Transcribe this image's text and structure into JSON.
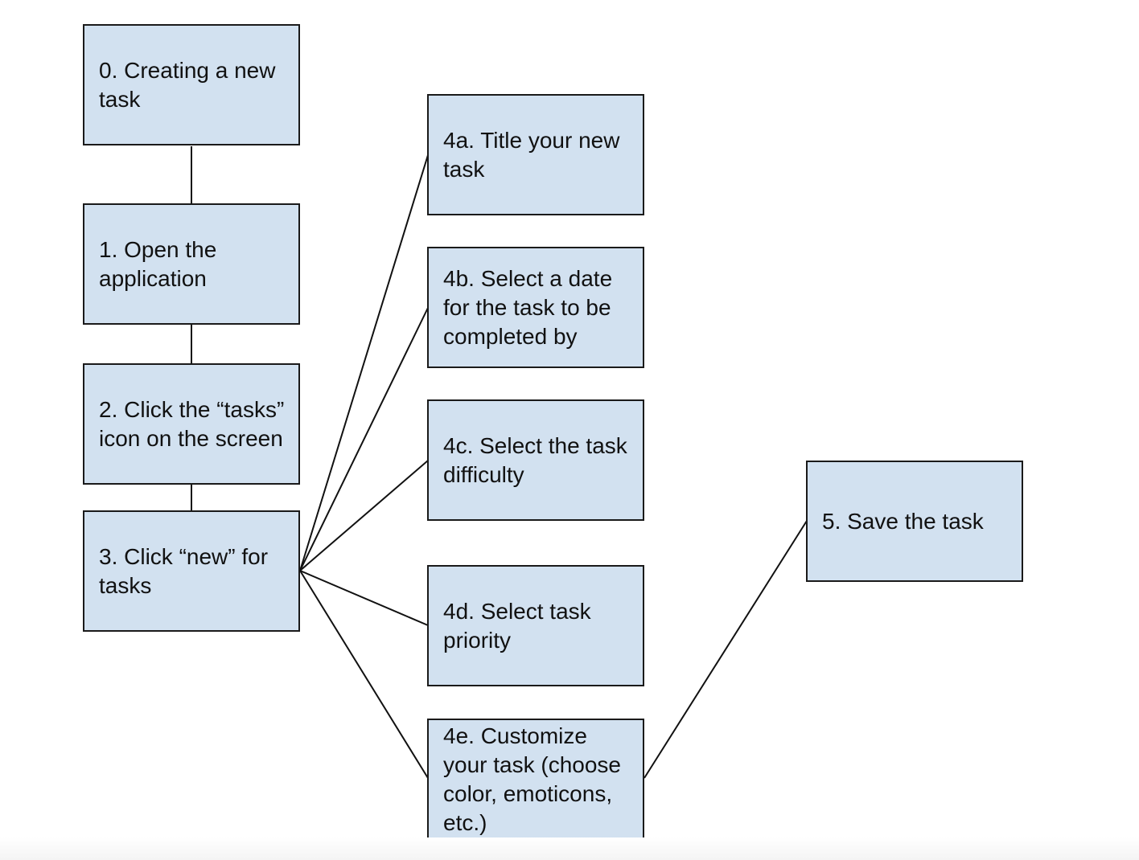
{
  "diagram": {
    "nodes": [
      {
        "id": "step-0",
        "label": "0. Creating a new task"
      },
      {
        "id": "step-1",
        "label": "1. Open the application"
      },
      {
        "id": "step-2",
        "label": "2. Click the “tasks” icon on the screen"
      },
      {
        "id": "step-3",
        "label": "3. Click “new” for tasks"
      },
      {
        "id": "step-4a",
        "label": "4a. Title your new task"
      },
      {
        "id": "step-4b",
        "label": "4b. Select a date for the task to be completed by"
      },
      {
        "id": "step-4c",
        "label": "4c. Select the task difficulty"
      },
      {
        "id": "step-4d",
        "label": "4d. Select task priority"
      },
      {
        "id": "step-4e",
        "label": "4e. Customize your task (choose color, emoticons, etc.)"
      },
      {
        "id": "step-5",
        "label": "5. Save the task"
      }
    ],
    "edges": [
      {
        "from": "step-0",
        "to": "step-1"
      },
      {
        "from": "step-1",
        "to": "step-2"
      },
      {
        "from": "step-2",
        "to": "step-3"
      },
      {
        "from": "step-3",
        "to": "step-4a"
      },
      {
        "from": "step-3",
        "to": "step-4b"
      },
      {
        "from": "step-3",
        "to": "step-4c"
      },
      {
        "from": "step-3",
        "to": "step-4d"
      },
      {
        "from": "step-3",
        "to": "step-4e"
      },
      {
        "from": "step-4e",
        "to": "step-5"
      }
    ],
    "colors": {
      "node_fill": "#d2e1f0",
      "node_border": "#1a1a1a",
      "connector": "#111111"
    }
  }
}
